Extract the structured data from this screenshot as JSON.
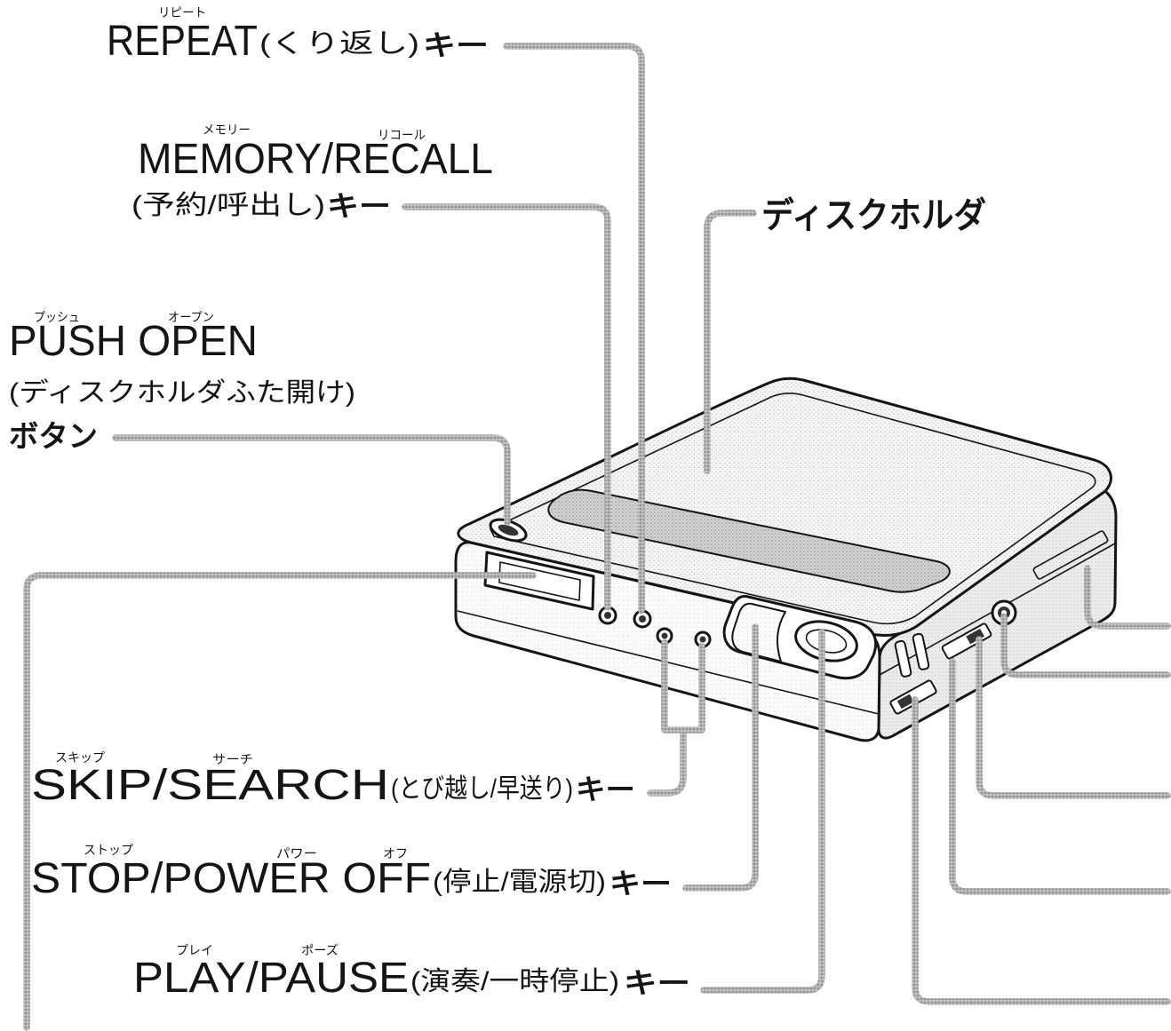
{
  "colors": {
    "ink": "#151515"
  },
  "callouts": {
    "repeat_key": {
      "title": "REPEAT",
      "ruby": [
        "リピート"
      ],
      "desc": "(くり返し)",
      "suffix": "キー"
    },
    "memory_recall_key": {
      "title": "MEMORY/RECALL",
      "ruby": [
        "メモリー",
        "リコール"
      ],
      "desc": "(予約/呼出し)",
      "suffix": "キー"
    },
    "disc_holder": {
      "title": "ディスクホルダ"
    },
    "push_open_button": {
      "title": "PUSH OPEN",
      "ruby": [
        "プッシュ",
        "オープン"
      ],
      "desc": "(ディスクホルダふた開け)",
      "suffix": "ボタン"
    },
    "skip_search_key": {
      "title": "SKIP/SEARCH",
      "ruby": [
        "スキップ",
        "サーチ"
      ],
      "desc": "(とび越し/早送り)",
      "suffix": "キー"
    },
    "stop_power_off_key": {
      "title": "STOP/POWER OFF",
      "ruby": [
        "ストップ",
        "パワー",
        "オフ"
      ],
      "desc": "(停止/電源切)",
      "suffix": "キー"
    },
    "play_pause_key": {
      "title": "PLAY/PAUSE",
      "ruby": [
        "プレイ",
        "ポーズ"
      ],
      "desc": "(演奏/一時停止)",
      "suffix": "キー"
    }
  }
}
